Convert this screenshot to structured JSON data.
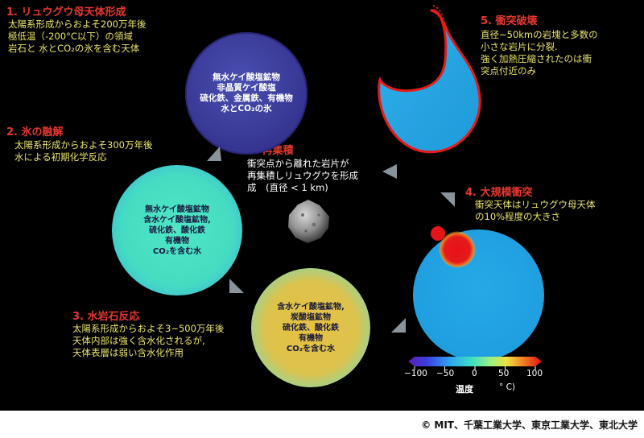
{
  "steps": [
    {
      "title": "1. リュウグウ母天体形成",
      "lines": [
        "太陽系形成からおよそ200万年後",
        "極低温（-200°C以下）の領域",
        "岩石と 水とCO₂の氷を含む天体"
      ]
    },
    {
      "title": "2. 氷の融解",
      "lines": [
        "太陽系形成からおよそ300万年後",
        "水による初期化学反応"
      ]
    },
    {
      "title": "3. 水岩石反応",
      "lines": [
        "太陽系形成からおよそ3~500万年後",
        "天体内部は強く含水化されるが,",
        "天体表層は弱い含水化作用"
      ]
    },
    {
      "title": "4. 大規模衝突",
      "lines": [
        "衝突天体はリュウグウ母天体",
        "の10%程度の大きさ"
      ]
    },
    {
      "title": "5. 衝突破壊",
      "lines": [
        "直径~50kmの岩塊と多数の",
        "小さな岩片に分裂.",
        "強く加熱圧縮されたのは衝",
        "突点付近のみ"
      ]
    },
    {
      "title": "6. 再集積",
      "lines": [
        "衝突点から離れた岩片が",
        "再集積しリュウグウを形成",
        "成　(直径 < 1 km)"
      ]
    }
  ],
  "circles": {
    "c1": [
      "無水ケイ酸塩鉱物",
      "非晶質ケイ酸塩",
      "硫化鉄、金属鉄、有機物",
      "水とCO₂の氷"
    ],
    "c2": [
      "無水ケイ酸塩鉱物",
      "含水ケイ酸塩鉱物,",
      "硫化鉄、酸化鉄",
      "有機物",
      "CO₂を含む水"
    ],
    "c3": [
      "含水ケイ酸塩鉱物,",
      "炭酸塩鉱物",
      "硫化鉄、酸化鉄",
      "有機物",
      "CO₂を含む水"
    ]
  },
  "colorbar": {
    "ticks": [
      "−100",
      "−50",
      "0",
      "50",
      "100"
    ],
    "label": "温度",
    "unit": "° C)",
    "colors": [
      "#5a1fb0",
      "#3b3fe0",
      "#2fa8f0",
      "#3fe0c0",
      "#9ef080",
      "#f0e040",
      "#f07020",
      "#e01010"
    ]
  },
  "copyright": "© MIT、千葉工業大学、東京工業大学、東北大学"
}
